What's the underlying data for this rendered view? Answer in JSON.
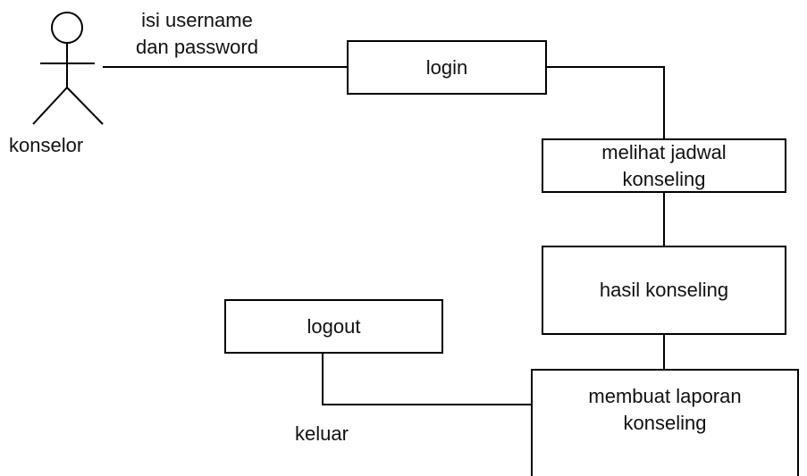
{
  "actor": {
    "name": "konselor",
    "icon": "stick-figure-icon"
  },
  "nodes": {
    "login": "login",
    "jadwal": "melihat jadwal\nkonseling",
    "hasil": "hasil konseling",
    "logout": "logout",
    "laporan": "membuat laporan\nkonseling"
  },
  "edge_labels": {
    "credentials": "isi username\ndan password",
    "exit": "keluar"
  },
  "colors": {
    "stroke": "#000000",
    "text": "#111111",
    "background": "#ffffff"
  }
}
